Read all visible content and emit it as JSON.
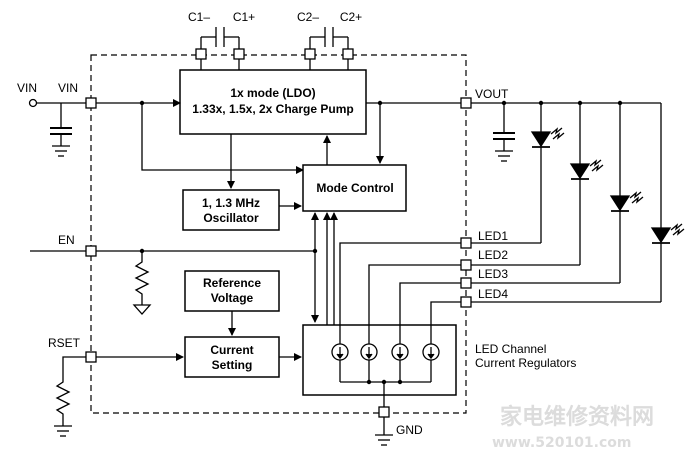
{
  "pins": {
    "c1m": "C1–",
    "c1p": "C1+",
    "c2m": "C2–",
    "c2p": "C2+",
    "vin_in": "VIN",
    "vin_pin": "VIN",
    "vout": "VOUT",
    "en": "EN",
    "rset": "RSET",
    "led1": "LED1",
    "led2": "LED2",
    "led3": "LED3",
    "led4": "LED4",
    "gnd": "GND"
  },
  "blocks": {
    "pump_line1": "1x mode (LDO)",
    "pump_line2": "1.33x, 1.5x, 2x Charge Pump",
    "mode_control": "Mode Control",
    "osc_line1": "1, 1.3 MHz",
    "osc_line2": "Oscillator",
    "ref_line1": "Reference",
    "ref_line2": "Voltage",
    "cur_line1": "Current",
    "cur_line2": "Setting",
    "reg_label_line1": "LED Channel",
    "reg_label_line2": "Current Regulators"
  },
  "watermark": {
    "cn": "家电维修资料网",
    "url": "www.520101.com"
  },
  "colors": {
    "line": "#000000",
    "watermark": "#dcdcdc",
    "background": "#ffffff"
  }
}
